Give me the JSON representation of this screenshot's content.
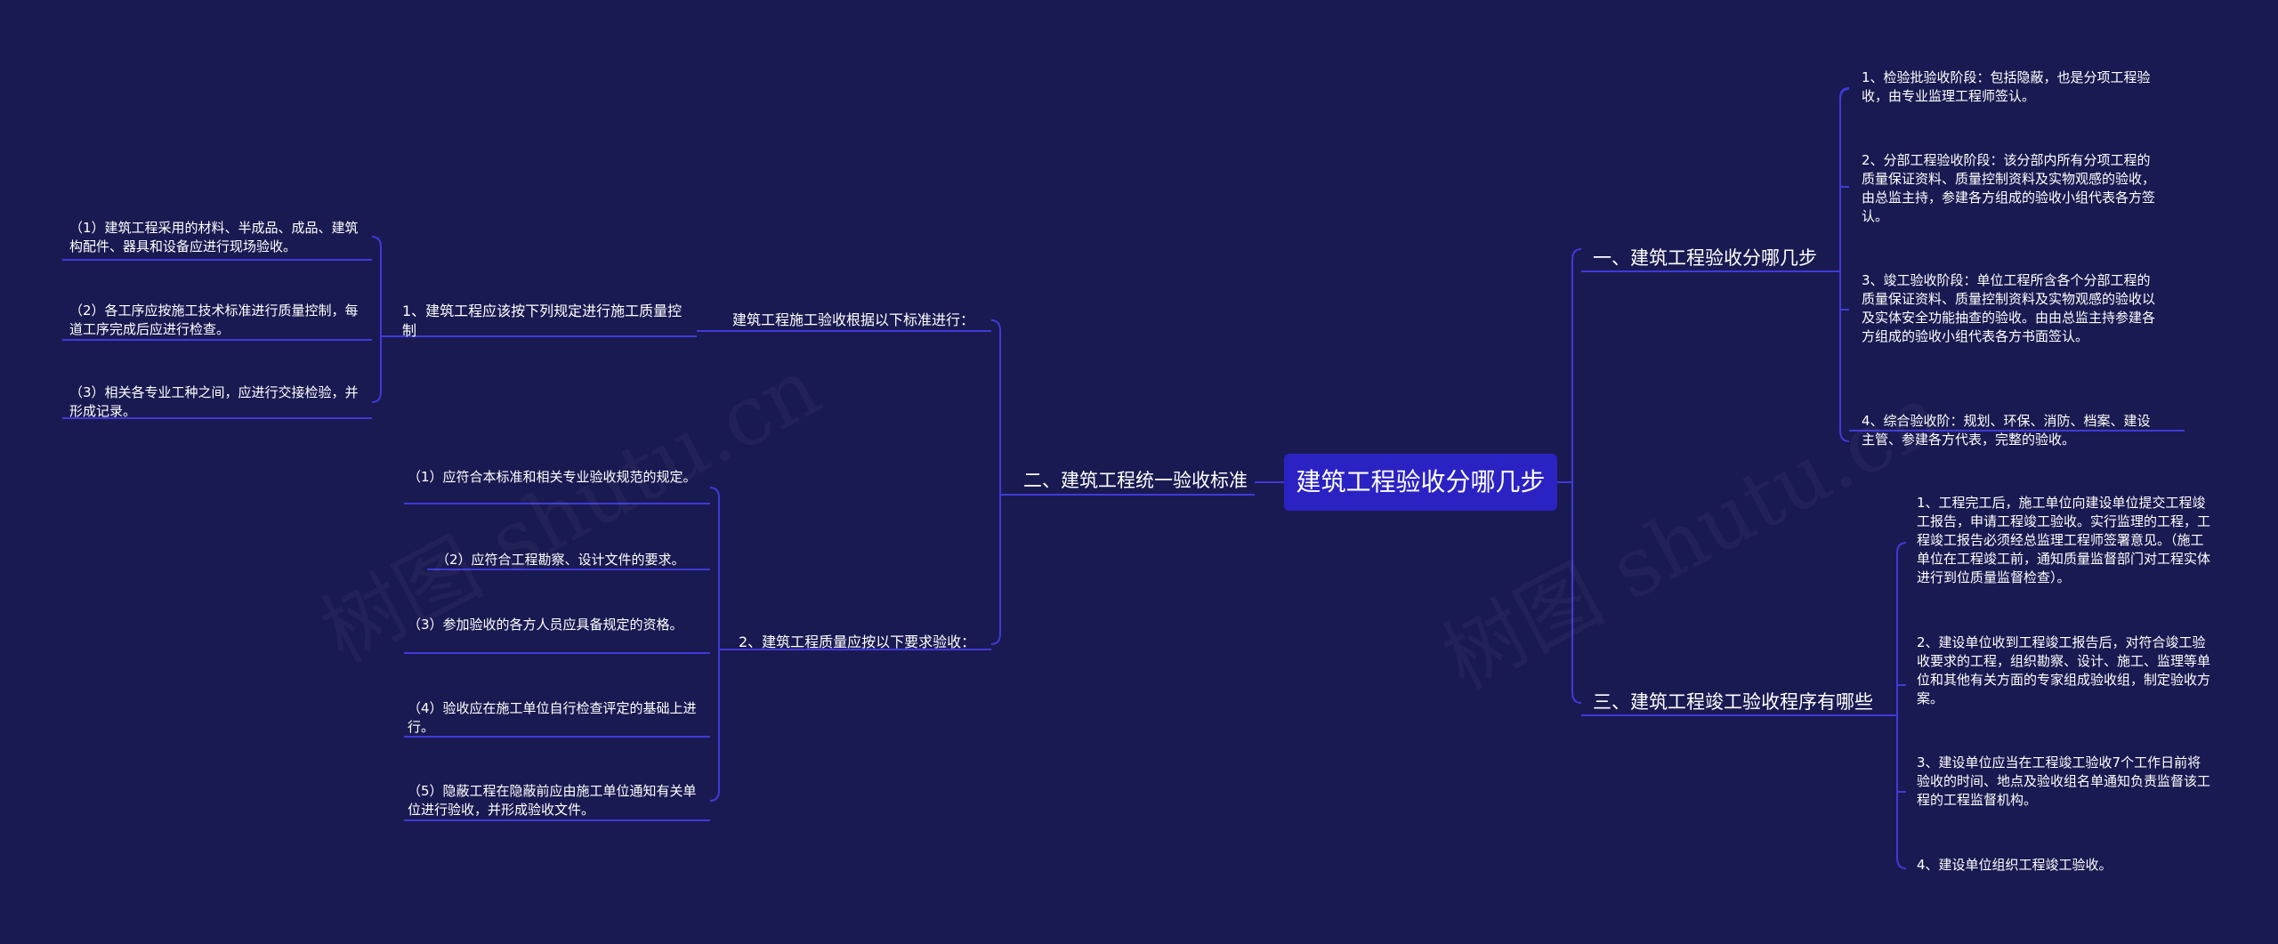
{
  "root": {
    "title": "建筑工程验收分哪几步"
  },
  "watermark": "树图 shutu.cn",
  "branches": {
    "b1": {
      "title": "一、建筑工程验收分哪几步",
      "items": [
        "1、检验批验收阶段：包括隐蔽，也是分项工程验收，由专业监理工程师签认。",
        "2、分部工程验收阶段：该分部内所有分项工程的质量保证资料、质量控制资料及实物观感的验收，由总监主持，参建各方组成的验收小组代表各方签认。",
        "3、竣工验收阶段：单位工程所含各个分部工程的质量保证资料、质量控制资料及实物观感的验收以及实体安全功能抽查的验收。由由总监主持参建各方组成的验收小组代表各方书面签认。",
        "4、综合验收阶：规划、环保、消防、档案、建设主管、参建各方代表，完整的验收。"
      ]
    },
    "b2": {
      "title": "二、建筑工程统一验收标准",
      "sub1": {
        "title": "建筑工程施工验收根据以下标准进行：",
        "child": {
          "title": "1、建筑工程应该按下列规定进行施工质量控制",
          "items": [
            "（1）建筑工程采用的材料、半成品、成品、建筑构配件、器具和设备应进行现场验收。",
            "（2）各工序应按施工技术标准进行质量控制，每道工序完成后应进行检查。",
            "（3）相关各专业工种之间，应进行交接检验，并形成记录。"
          ]
        }
      },
      "sub2": {
        "title": "2、建筑工程质量应按以下要求验收：",
        "items": [
          "（1）应符合本标准和相关专业验收规范的规定。",
          "（2）应符合工程勘察、设计文件的要求。",
          "（3）参加验收的各方人员应具备规定的资格。",
          "（4）验收应在施工单位自行检查评定的基础上进行。",
          "（5）隐蔽工程在隐蔽前应由施工单位通知有关单位进行验收，并形成验收文件。"
        ]
      }
    },
    "b3": {
      "title": "三、建筑工程竣工验收程序有哪些",
      "items": [
        "1、工程完工后，施工单位向建设单位提交工程竣工报告，申请工程竣工验收。实行监理的工程，工程竣工报告必须经总监理工程师签署意见。（施工单位在工程竣工前，通知质量监督部门对工程实体进行到位质量监督检查）。",
        "2、建设单位收到工程竣工报告后，对符合竣工验收要求的工程，组织勘察、设计、施工、监理等单位和其他有关方面的专家组成验收组，制定验收方案。",
        "3、建设单位应当在工程竣工验收7个工作日前将验收的时间、地点及验收组名单通知负责监督该工程的工程监督机构。",
        "4、建设单位组织工程竣工验收。"
      ]
    }
  },
  "colors": {
    "background": "#1a1a52",
    "root_fill": "#2b22c4",
    "line": "#3f3ad8",
    "text": "#ffffff"
  }
}
